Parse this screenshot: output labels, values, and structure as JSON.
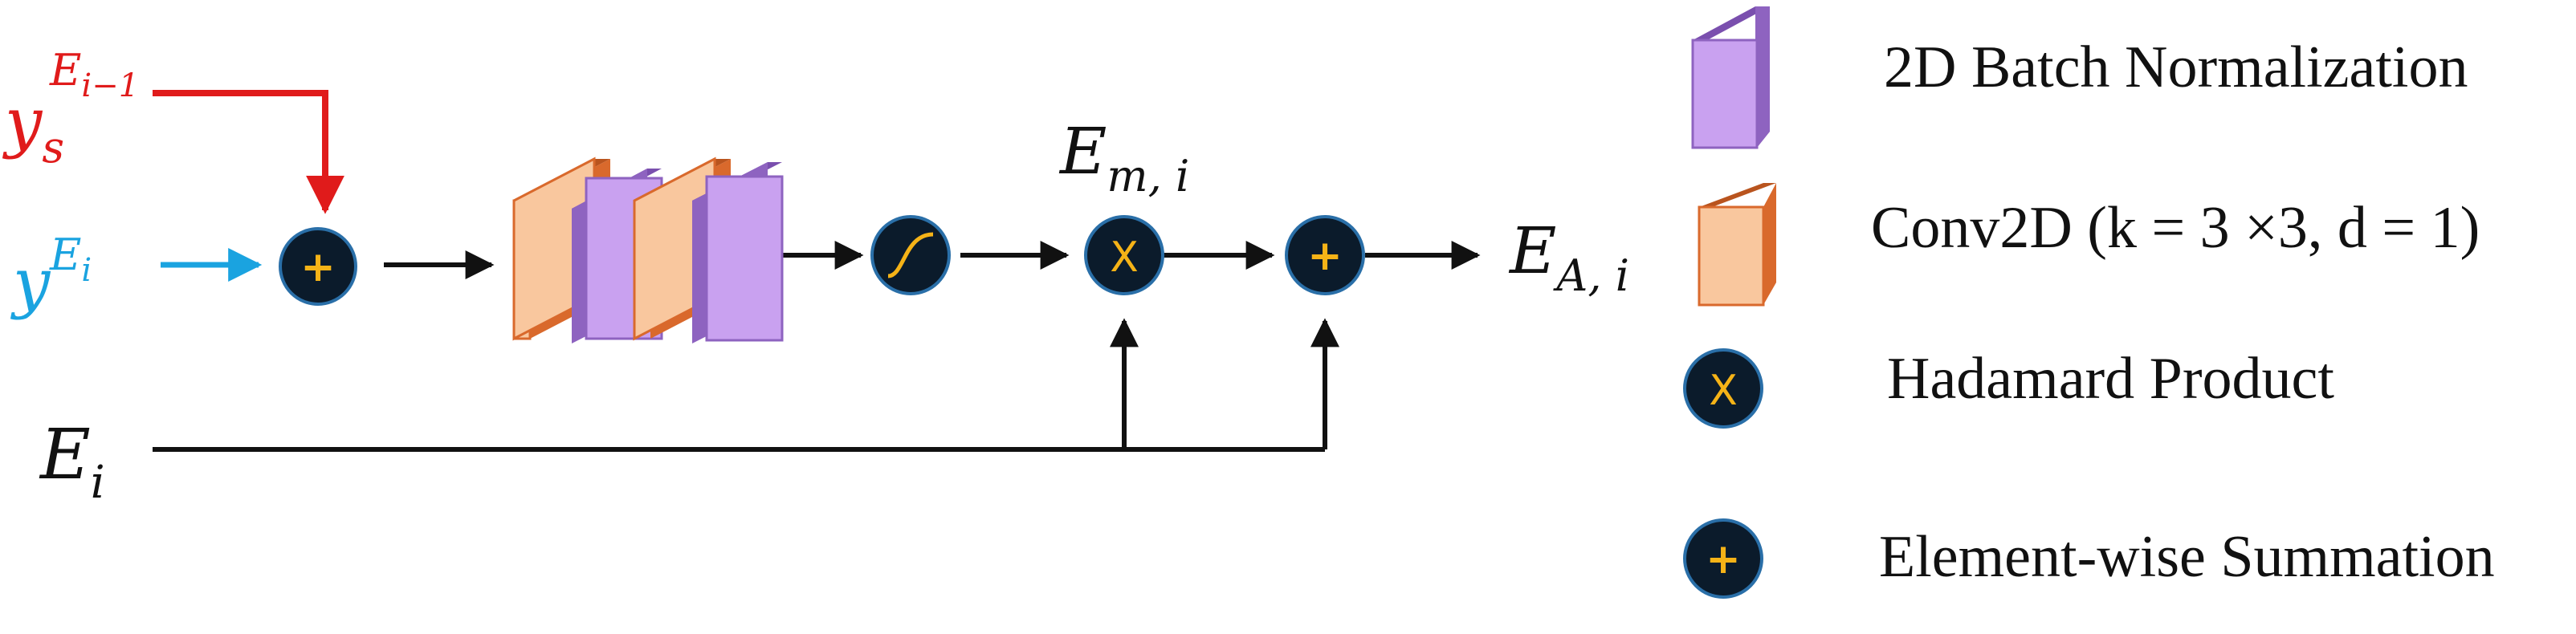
{
  "colors": {
    "red": "#e01b1b",
    "blue": "#1aa3e0",
    "black": "#111111",
    "orange_front": "#f9c79e",
    "orange_side": "#d9692c",
    "purple_front": "#c9a1f0",
    "purple_side": "#8e63c0",
    "node_fill": "#0b1b2b",
    "node_ring": "#2a6fa8",
    "node_symbol": "#f5b317"
  },
  "inputs": {
    "prev_label": {
      "base": "y",
      "sub": "s",
      "sup": "E",
      "sup_sub": "i−1"
    },
    "curr_label": {
      "base": "y",
      "sup": "E",
      "sup_sub": "i"
    },
    "e_label": {
      "base": "E",
      "sub": "i"
    }
  },
  "nodes": {
    "sum_symbol": "+",
    "product_symbol": "X",
    "sigmoid_icon": "sigmoid-icon"
  },
  "labels": {
    "em_label": {
      "base": "E",
      "sub": "m, i"
    },
    "ea_label": {
      "base": "E",
      "sub": "A, i"
    }
  },
  "legend": {
    "batch_norm": "2D Batch Normalization",
    "conv2d": "Conv2D (k = 3 ×3, d = 1)",
    "hadamard": "Hadamard Product",
    "summation": "Element-wise Summation"
  }
}
